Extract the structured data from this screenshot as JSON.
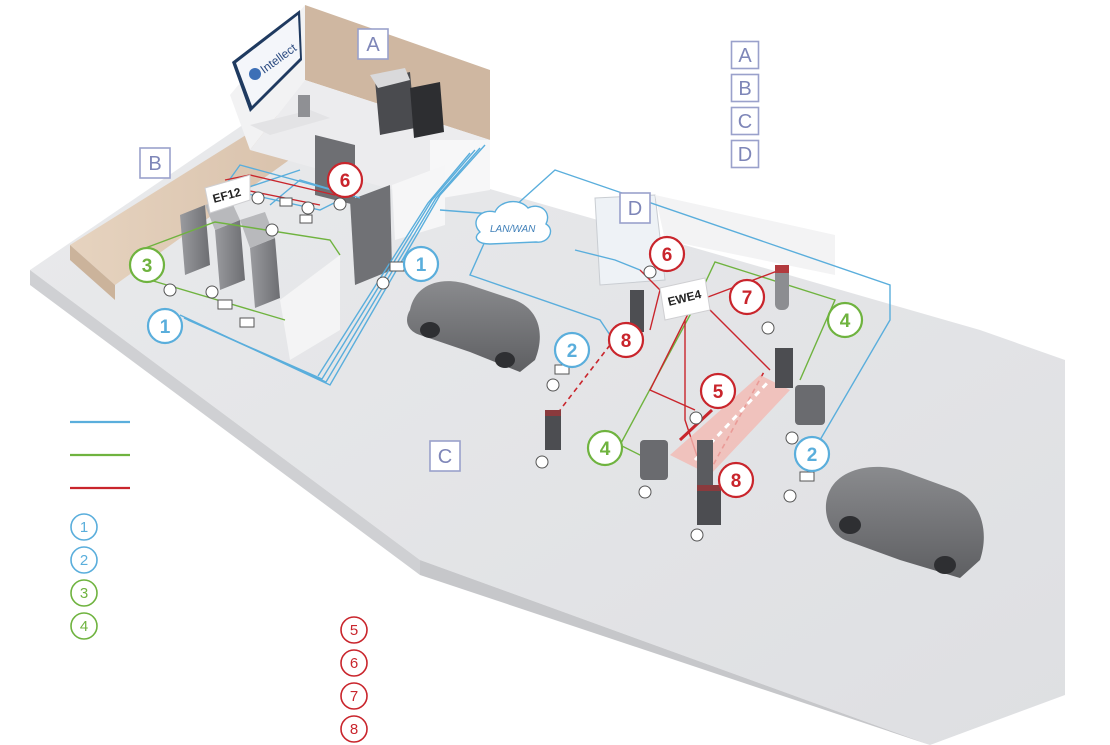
{
  "zone_letters": [
    "A",
    "B",
    "C",
    "D"
  ],
  "scene": {
    "wall_screen_text": "Intellect",
    "controller_left": "EF12",
    "controller_right": "EWE4",
    "network_cloud": "LAN/WAN",
    "markers": [
      {
        "id": "m-a",
        "text": "A",
        "kind": "zone"
      },
      {
        "id": "m-b",
        "text": "B",
        "kind": "zone"
      },
      {
        "id": "m-c",
        "text": "C",
        "kind": "zone"
      },
      {
        "id": "m-d",
        "text": "D",
        "kind": "zone"
      },
      {
        "id": "m-6a",
        "text": "6",
        "kind": "red"
      },
      {
        "id": "m-3",
        "text": "3",
        "kind": "green"
      },
      {
        "id": "m-1a",
        "text": "1",
        "kind": "blue"
      },
      {
        "id": "m-1b",
        "text": "1",
        "kind": "blue"
      },
      {
        "id": "m-6b",
        "text": "6",
        "kind": "red"
      },
      {
        "id": "m-7",
        "text": "7",
        "kind": "red"
      },
      {
        "id": "m-4a",
        "text": "4",
        "kind": "green"
      },
      {
        "id": "m-2a",
        "text": "2",
        "kind": "blue"
      },
      {
        "id": "m-8a",
        "text": "8",
        "kind": "red"
      },
      {
        "id": "m-5",
        "text": "5",
        "kind": "red"
      },
      {
        "id": "m-4b",
        "text": "4",
        "kind": "green"
      },
      {
        "id": "m-2b",
        "text": "2",
        "kind": "blue"
      },
      {
        "id": "m-8b",
        "text": "8",
        "kind": "red"
      }
    ]
  },
  "legend": {
    "line_colors": {
      "blue": "#5aaedc",
      "green": "#6fb33f",
      "red": "#c9252c"
    },
    "lines": [
      {
        "id": "blue-line",
        "color": "#5aaedc"
      },
      {
        "id": "green-line",
        "color": "#6fb33f"
      },
      {
        "id": "red-line",
        "color": "#c9252c"
      }
    ],
    "numbered": [
      {
        "id": "leg-1",
        "text": "1",
        "color": "#5aaedc"
      },
      {
        "id": "leg-2",
        "text": "2",
        "color": "#5aaedc"
      },
      {
        "id": "leg-3",
        "text": "3",
        "color": "#6fb33f"
      },
      {
        "id": "leg-4",
        "text": "4",
        "color": "#6fb33f"
      },
      {
        "id": "leg-5",
        "text": "5",
        "color": "#c9252c"
      },
      {
        "id": "leg-6",
        "text": "6",
        "color": "#c9252c"
      },
      {
        "id": "leg-7",
        "text": "7",
        "color": "#c9252c"
      },
      {
        "id": "leg-8",
        "text": "8",
        "color": "#c9252c"
      }
    ]
  }
}
